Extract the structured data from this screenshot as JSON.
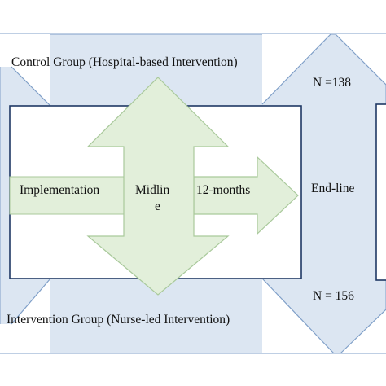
{
  "labels": {
    "control_group": "Control Group (Hospital-based Intervention)",
    "intervention_group": "Intervention Group (Nurse-led Intervention)",
    "n_control": "N =138",
    "n_intervention": "N = 156",
    "implementation": "Implementation",
    "midline_part1": "Midlin",
    "midline_part2": "e",
    "twelve_months": "12-months",
    "end_line": "End-line"
  },
  "colors": {
    "band_fill": "#dce6f2",
    "band_stroke": "#7f9fc8",
    "arrow_fill": "#e2efda",
    "arrow_stroke": "#a9c99b",
    "box_stroke": "#1f3864",
    "text": "#111111"
  }
}
